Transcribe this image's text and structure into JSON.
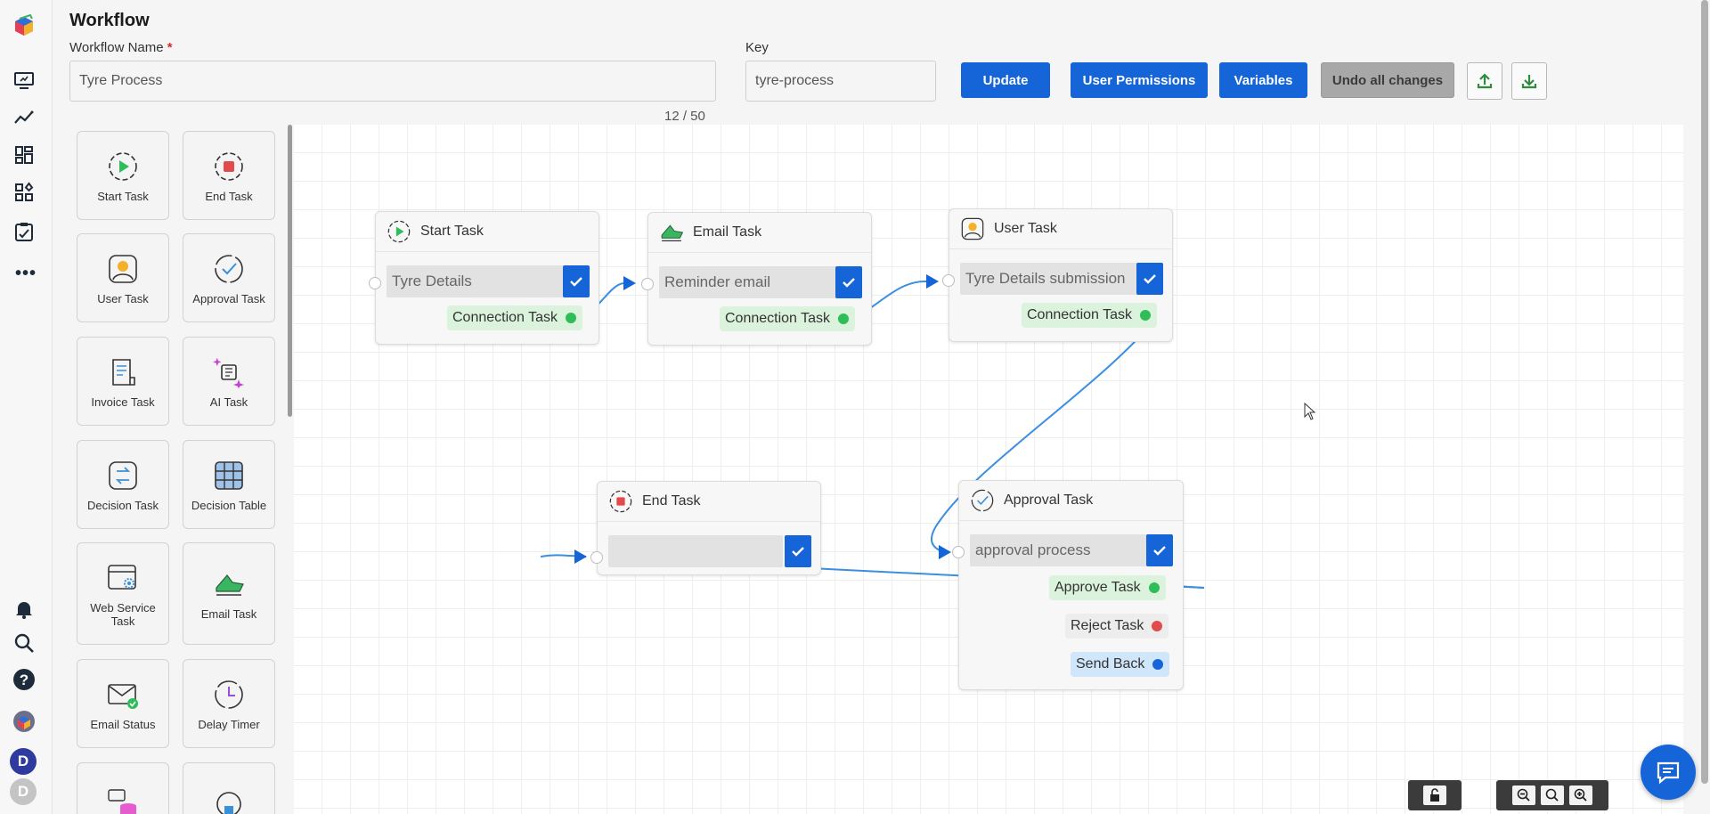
{
  "header": {
    "title": "Workflow",
    "workflow_name_label": "Workflow Name",
    "required_mark": "*",
    "workflow_name_value": "Tyre Process",
    "key_label": "Key",
    "key_value": "tyre-process",
    "char_counter": "12 / 50"
  },
  "actions": {
    "update": "Update",
    "user_permissions": "User Permissions",
    "variables": "Variables",
    "undo_all": "Undo all changes",
    "upload_icon": "upload-icon",
    "download_icon": "download-icon"
  },
  "rail": {
    "icons": [
      "app-logo",
      "monitor-icon",
      "analytics-icon",
      "dashboard-icon",
      "apps-icon",
      "tasks-icon",
      "more-icon",
      "bell-icon",
      "search-icon",
      "help-icon",
      "workspace-icon"
    ],
    "avatar_primary": "D",
    "avatar_secondary": "D"
  },
  "palette": {
    "items": [
      {
        "label": "Start Task",
        "icon": "play-circle-icon"
      },
      {
        "label": "End Task",
        "icon": "stop-circle-icon"
      },
      {
        "label": "User Task",
        "icon": "user-icon"
      },
      {
        "label": "Approval Task",
        "icon": "check-circle-icon"
      },
      {
        "label": "Invoice Task",
        "icon": "invoice-icon"
      },
      {
        "label": "AI Task",
        "icon": "sparkle-icon"
      },
      {
        "label": "Decision Task",
        "icon": "decision-icon"
      },
      {
        "label": "Decision Table",
        "icon": "table-icon"
      },
      {
        "label": "Web Service Task",
        "icon": "web-service-icon"
      },
      {
        "label": "Email Task",
        "icon": "email-send-icon"
      },
      {
        "label": "Email Status",
        "icon": "email-status-icon"
      },
      {
        "label": "Delay Timer",
        "icon": "clock-icon"
      }
    ]
  },
  "nodes": {
    "start": {
      "title": "Start Task",
      "field": "Tyre Details",
      "out": "Connection Task"
    },
    "email": {
      "title": "Email Task",
      "field": "Reminder email",
      "out": "Connection Task"
    },
    "user": {
      "title": "User Task",
      "field": "Tyre Details submission",
      "out": "Connection Task"
    },
    "end": {
      "title": "End Task",
      "field": ""
    },
    "approval": {
      "title": "Approval Task",
      "field": "approval process",
      "approve": "Approve Task",
      "reject": "Reject Task",
      "send_back": "Send Back"
    }
  },
  "colors": {
    "accent": "#1565d8",
    "success": "#2ebd59",
    "danger": "#e24b4b"
  }
}
